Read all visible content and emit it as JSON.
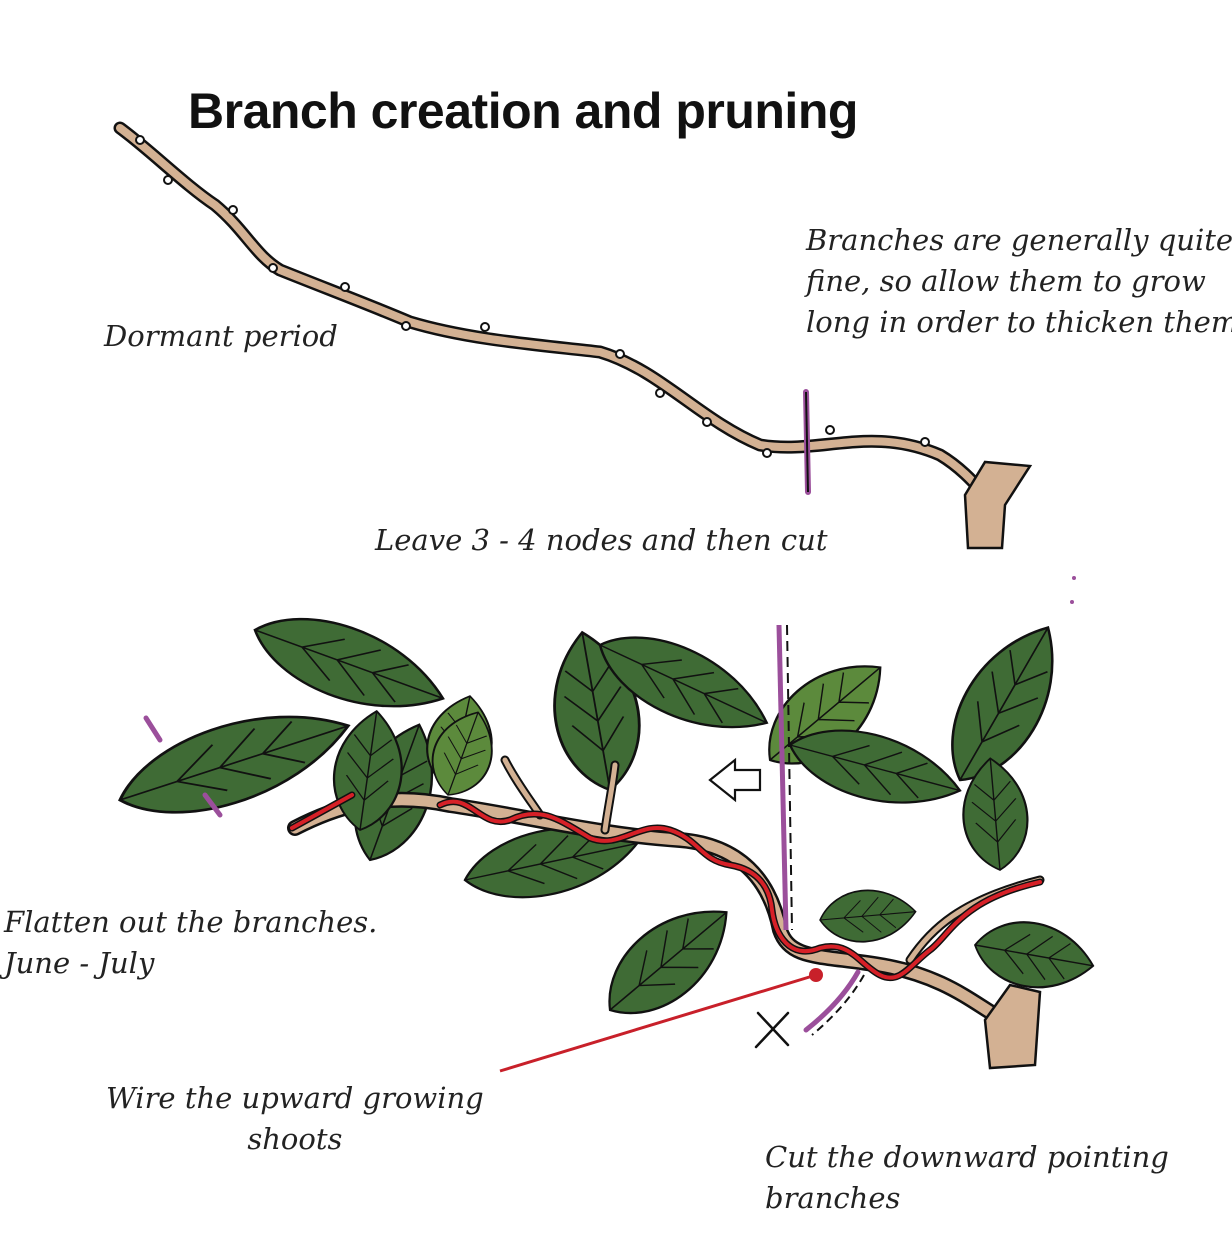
{
  "title": "Branch creation and pruning",
  "labels": {
    "dormant": "Dormant period",
    "branches_fine": [
      "Branches are generally quite",
      "fine, so allow them to grow",
      "long in order to thicken them"
    ],
    "leave_nodes": "Leave 3 - 4 nodes and then cut",
    "flatten": [
      "Flatten out the branches.",
      "June - July"
    ],
    "wire": [
      "Wire the upward growing",
      "shoots"
    ],
    "cut_down": [
      "Cut the downward pointing",
      "branches"
    ]
  },
  "colors": {
    "branch": "#d3b193",
    "leaf_dark": "#3f6b35",
    "leaf_light": "#5c8a3c",
    "wire": "#d62027",
    "cut_mark": "#9b4f9b",
    "pointer": "#c8202a"
  }
}
